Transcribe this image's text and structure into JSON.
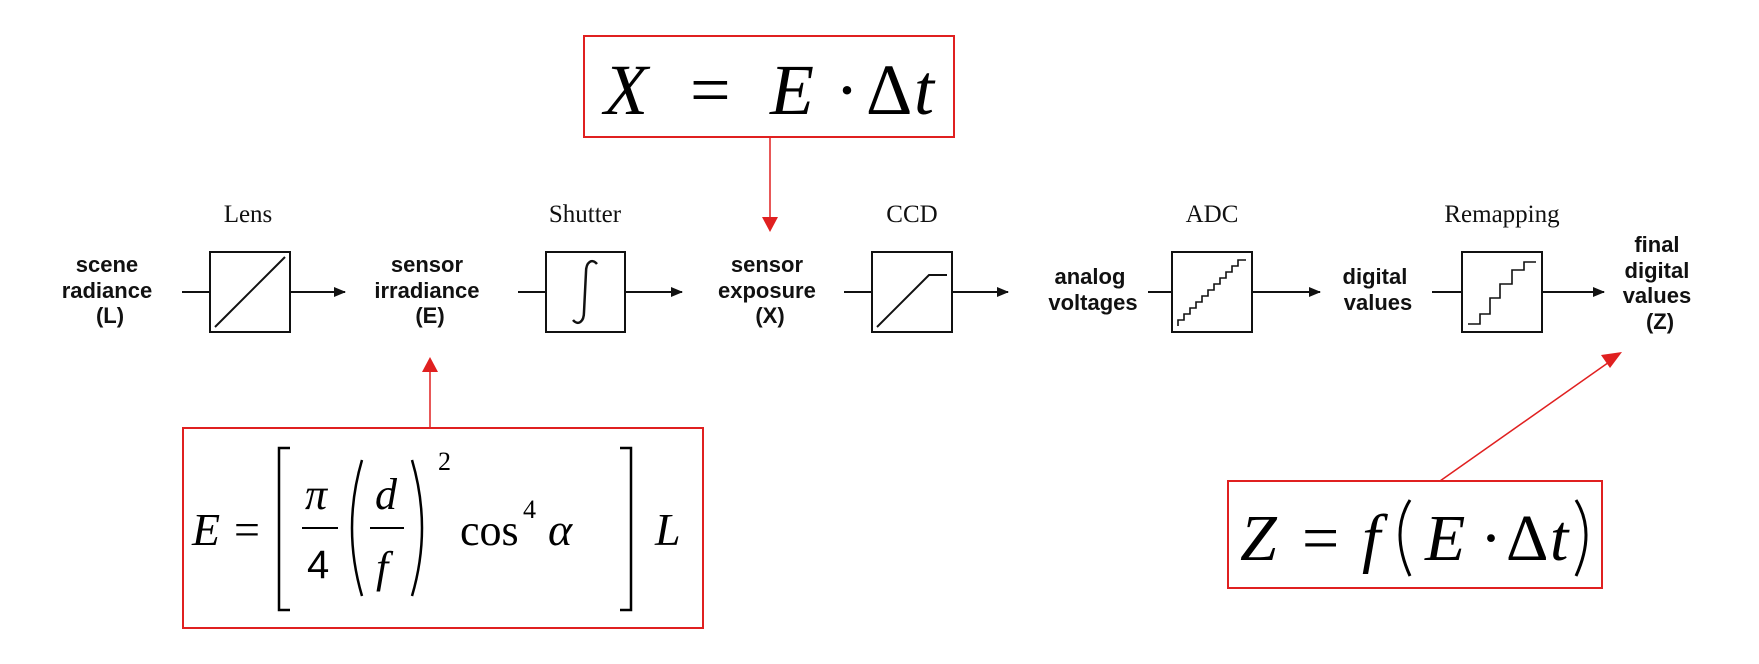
{
  "pipeline": {
    "stages": [
      {
        "name": "Lens"
      },
      {
        "name": "Shutter"
      },
      {
        "name": "CCD"
      },
      {
        "name": "ADC"
      },
      {
        "name": "Remapping"
      }
    ],
    "signals": [
      {
        "lines": [
          "scene",
          "radiance",
          "(L)"
        ]
      },
      {
        "lines": [
          "sensor",
          "irradiance",
          "(E)"
        ]
      },
      {
        "lines": [
          "sensor",
          "exposure",
          "(X)"
        ]
      },
      {
        "lines": [
          "analog",
          "voltages"
        ]
      },
      {
        "lines": [
          "digital",
          "values"
        ]
      },
      {
        "lines": [
          "final",
          "digital",
          "values",
          "(Z)"
        ]
      }
    ]
  },
  "equations": {
    "exposure": {
      "lhs": "X",
      "rhs_E": "E",
      "dot": "·",
      "delta": "Δ",
      "t": "t",
      "eq": "="
    },
    "irradiance": {
      "lhs": "E",
      "eq": "=",
      "pi": "π",
      "four": "4",
      "d": "d",
      "f": "f",
      "exp2": "2",
      "cos": "cos",
      "exp4": "4",
      "alpha": "α",
      "L": "L"
    },
    "response": {
      "lhs": "Z",
      "eq": "=",
      "f": "f",
      "E": "E",
      "dot": "·",
      "delta": "Δ",
      "t": "t"
    }
  },
  "colors": {
    "annotation": "#e02020",
    "line": "#111111"
  }
}
